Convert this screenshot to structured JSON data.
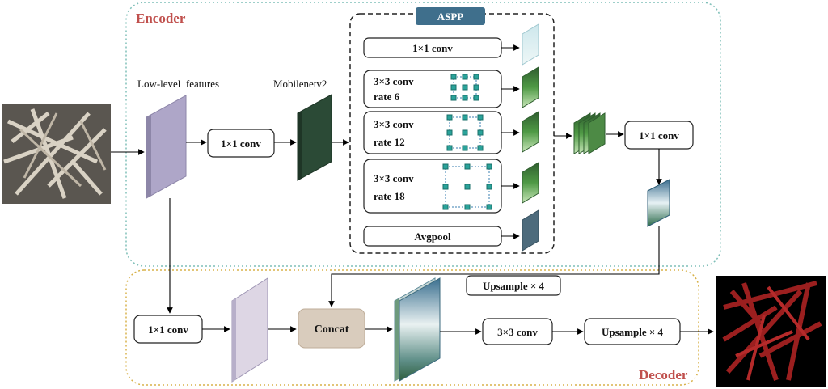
{
  "encoder": {
    "title": "Encoder",
    "title_color": "#c0504d",
    "border_color": "#7fbfb8"
  },
  "decoder": {
    "title": "Decoder",
    "title_color": "#c0504d",
    "border_color": "#d8b24a"
  },
  "aspp": {
    "title": "ASPP",
    "branches": [
      {
        "line1": "1×1 conv",
        "line2": ""
      },
      {
        "line1": "3×3 conv",
        "line2": "rate 6"
      },
      {
        "line1": "3×3 conv",
        "line2": "rate 12"
      },
      {
        "line1": "3×3 conv",
        "line2": "rate 18"
      },
      {
        "line1": "Avgpool",
        "line2": ""
      }
    ]
  },
  "labels": {
    "low_level": "Low-level  features",
    "backbone": "Mobilenetv2",
    "enc_conv1": "1×1 conv",
    "enc_conv_out": "1×1 conv",
    "upsample_enc": "Upsample × 4",
    "dec_conv1": "1×1 conv",
    "concat": "Concat",
    "dec_conv3": "3×3 conv",
    "upsample_dec": "Upsample × 4"
  },
  "images": {
    "input": "input-photo-icon",
    "output": "segmentation-mask-icon"
  }
}
